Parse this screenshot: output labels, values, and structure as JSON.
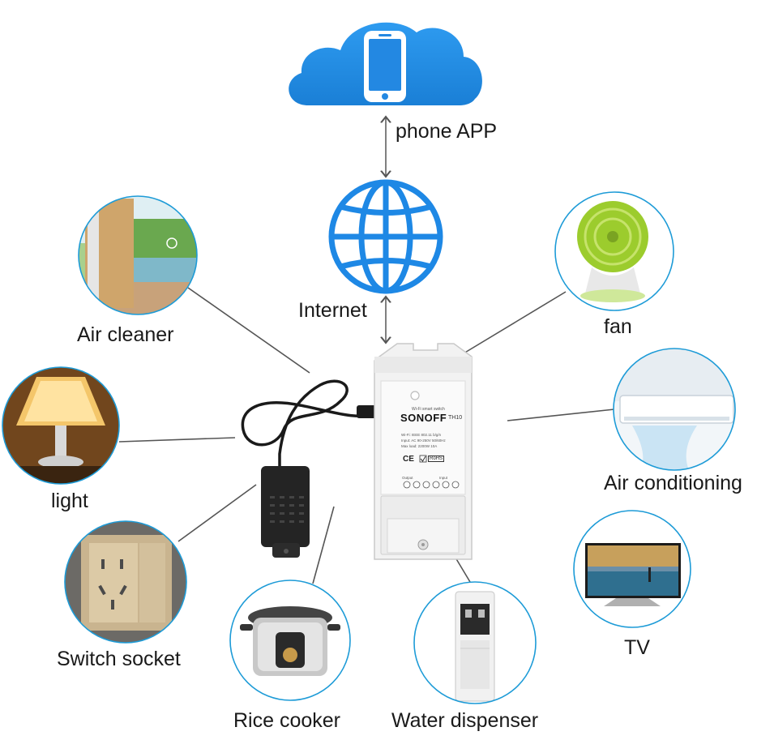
{
  "labels": {
    "phone_app": "phone APP",
    "internet": "Internet",
    "air_cleaner": "Air cleaner",
    "fan": "fan",
    "light": "light",
    "air_conditioning": "Air conditioning",
    "switch_socket": "Switch socket",
    "tv": "TV",
    "rice_cooker": "Rice cooker",
    "water_dispenser": "Water dispenser"
  },
  "device": {
    "brand": "SONOFF",
    "model": "TH10",
    "subtitle": "Wi-Fi smart switch",
    "spec_wifi": "Wi-Fi: IEEE 802.11 b/g/n",
    "spec_input": "Input: AC 90-250V 50/60Hz",
    "spec_max": "Max load: 2200W 10A",
    "ce_mark": "CE",
    "rohs_mark": "RoHS",
    "output_label": "Output",
    "input_label": "Input"
  },
  "colors": {
    "accent_blue": "#1e88e5",
    "circle_border": "#1d9bd7",
    "connector_line": "#555555"
  }
}
